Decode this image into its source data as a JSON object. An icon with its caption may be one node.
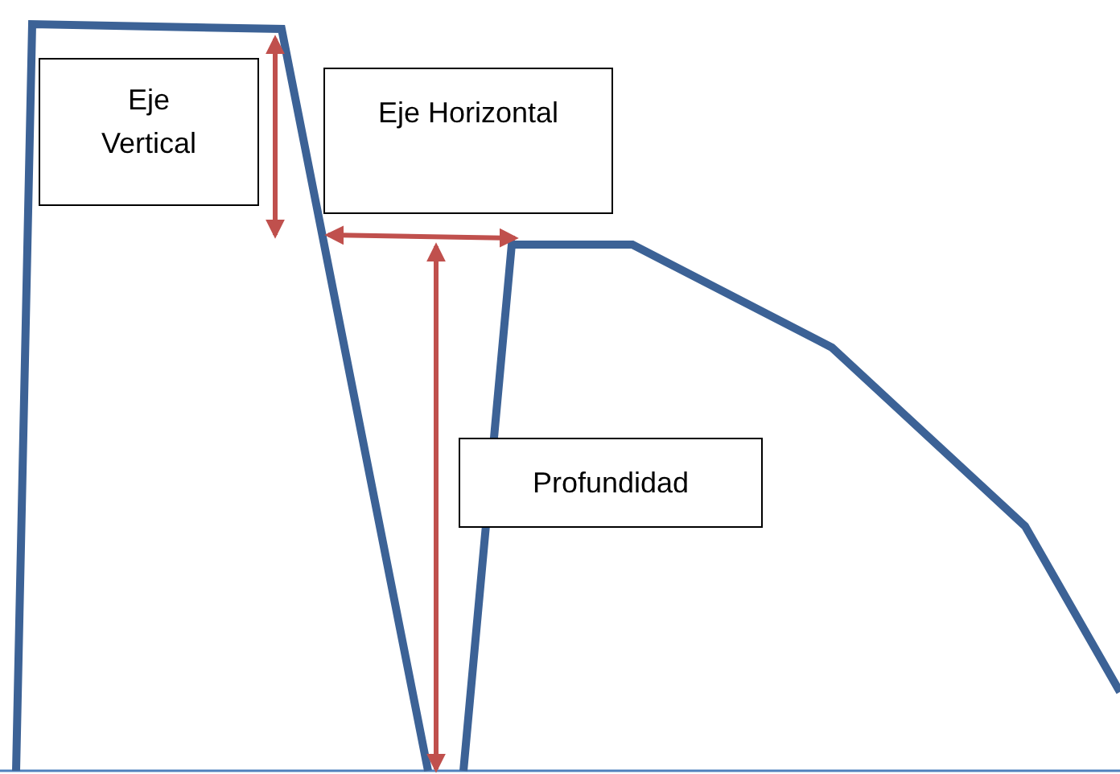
{
  "diagram": {
    "nodes": [
      {
        "text": [
          "Eje Vertical"
        ]
      },
      {
        "text": [
          "Eje Horizontal"
        ]
      },
      {
        "text": [
          "Profundidad"
        ]
      }
    ]
  }
}
